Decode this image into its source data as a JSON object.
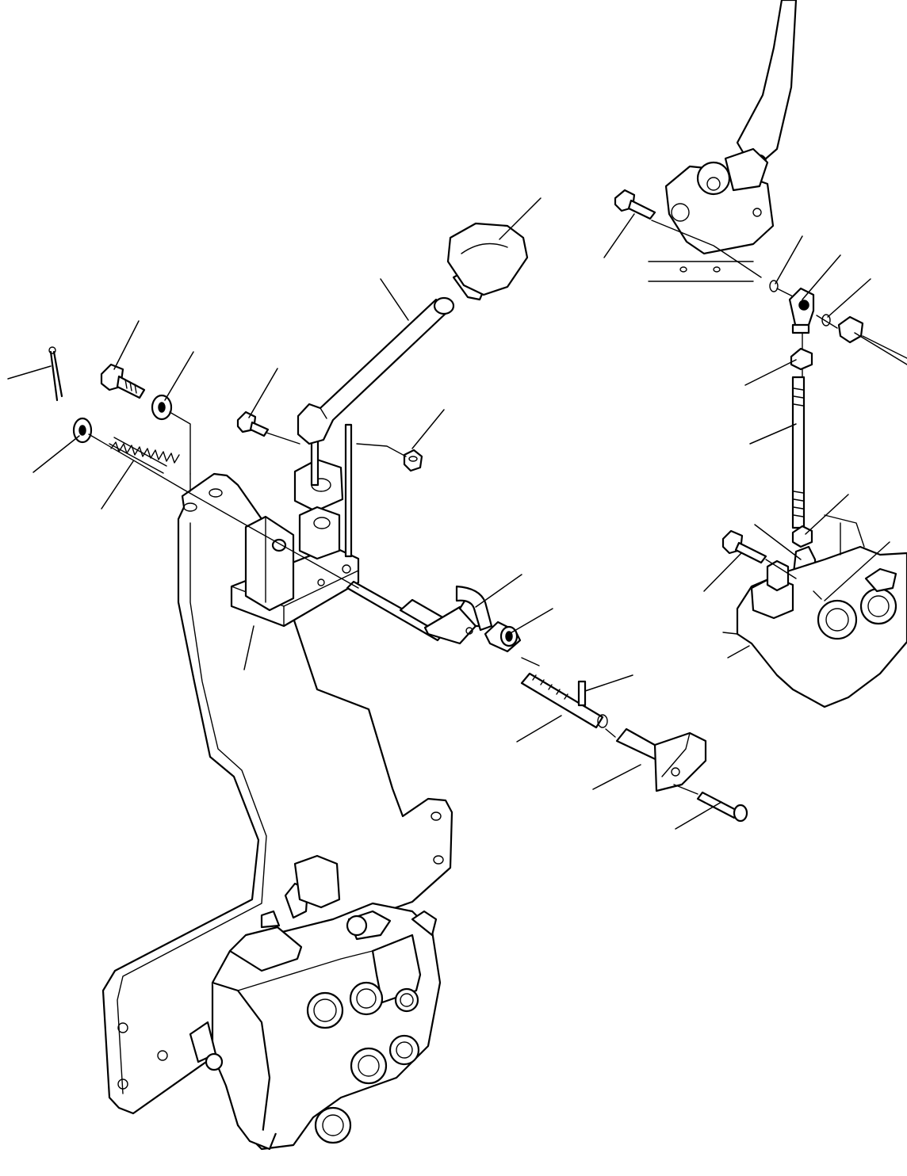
{
  "diagram": {
    "kind": "exploded-parts-view",
    "leader_count": 24,
    "parts": [
      "cotter-pin",
      "bolt",
      "washer",
      "flat-washer",
      "spring",
      "bracket-plate",
      "lever-bracket",
      "bolt",
      "lever-rod",
      "knob",
      "nut",
      "shaft-lever",
      "bushing",
      "threaded-rod",
      "roll-pin",
      "handle",
      "screw",
      "pedal-arm",
      "bolt",
      "snap-ring",
      "rod-end",
      "washer",
      "lock-nut",
      "jam-nut",
      "control-rod",
      "jam-nut",
      "rod-end",
      "bolt",
      "nut",
      "control-valve"
    ]
  }
}
